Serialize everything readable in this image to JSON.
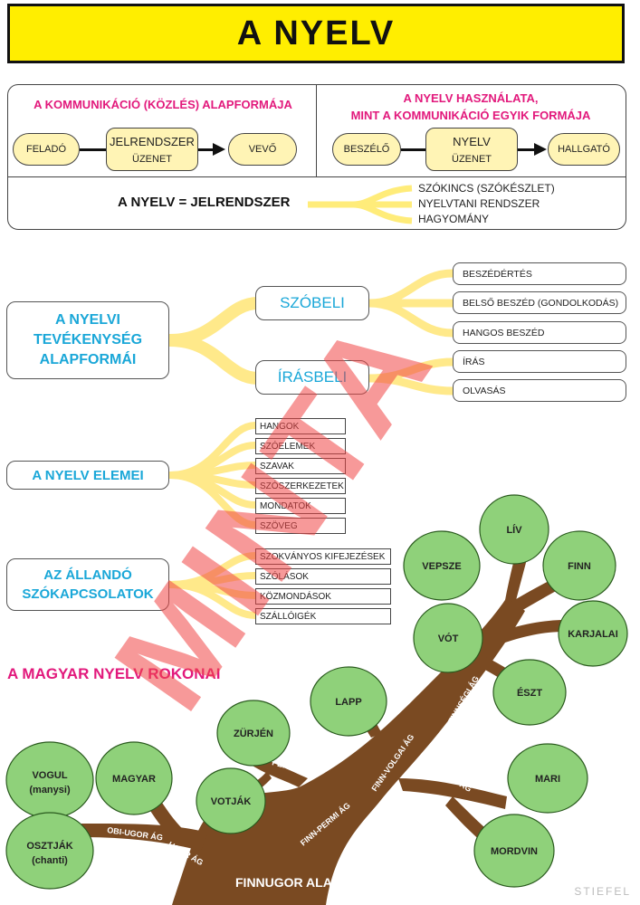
{
  "title": "A NYELV",
  "communication": {
    "left_title": "A KOMMUNIKÁCIÓ (KÖZLÉS) ALAPFORMÁJA",
    "right_title_1": "A NYELV HASZNÁLATA,",
    "right_title_2": "MINT A KOMMUNIKÁCIÓ EGYIK FORMÁJA",
    "sender": "FELADÓ",
    "code_system": "JELRENDSZER",
    "message_left": "ÜZENET",
    "receiver": "VEVŐ",
    "speaker": "BESZÉLŐ",
    "language": "NYELV",
    "message_right": "ÜZENET",
    "listener": "HALLGATÓ",
    "equation": "A NYELV = JELRENDSZER",
    "components": [
      "SZÓKINCS (SZÓKÉSZLET)",
      "NYELVTANI RENDSZER",
      "HAGYOMÁNY"
    ]
  },
  "activity": {
    "label_1": "A NYELVI",
    "label_2": "TEVÉKENYSÉG",
    "label_3": "ALAPFORMÁI",
    "oral": "SZÓBELI",
    "written": "ÍRÁSBELI",
    "oral_items": [
      "BESZÉDÉRTÉS",
      "BELSŐ BESZÉD (GONDOLKODÁS)",
      "HANGOS BESZÉD"
    ],
    "written_items": [
      "ÍRÁS",
      "OLVASÁS"
    ]
  },
  "elements": {
    "label": "A NYELV ELEMEI",
    "items": [
      "HANGOK",
      "SZÓELEMEK",
      "SZAVAK",
      "SZÓSZERKEZETEK",
      "MONDATOK",
      "SZÖVEG"
    ]
  },
  "phrases": {
    "label_1": "AZ ÁLLANDÓ",
    "label_2": "SZÓKAPCSOLATOK",
    "items": [
      "SZOKVÁNYOS KIFEJEZÉSEK",
      "SZÓLÁSOK",
      "KÖZMONDÁSOK",
      "SZÁLLÓIGÉK"
    ]
  },
  "relatives": {
    "title": "A MAGYAR NYELV ROKONAI",
    "root": "FINNUGOR ALAPNYELV",
    "branches": {
      "obi_ugor": "OBI-UGOR ÁG",
      "ugor": "UGOR ÁG",
      "finn_permi": "FINN-PERMI ÁG",
      "permi": "PERMI ÁG",
      "finn_volgai": "FINN-VOLGAI ÁG",
      "volgai": "VOLGAI ÁG",
      "finnsegi": "FINNSÉGI ÁG"
    },
    "leaves": {
      "vogul": "VOGUL",
      "vogul_sub": "(manysi)",
      "osztjak": "OSZTJÁK",
      "osztjak_sub": "(chanti)",
      "magyar": "MAGYAR",
      "zurjen": "ZÜRJÉN",
      "votjak": "VOTJÁK",
      "lapp": "LAPP",
      "vepsze": "VEPSZE",
      "liv": "LÍV",
      "finn": "FINN",
      "vot": "VÓT",
      "karjalai": "KARJALAI",
      "eszt": "ÉSZT",
      "mari": "MARI",
      "mordvin": "MORDVIN"
    }
  },
  "watermark": "MINTA",
  "footer": "STIEFEL",
  "colors": {
    "accent": "#e2197c",
    "cyan": "#1aa7d8",
    "yellow": "#ffee00",
    "leaf": "#8fd17a",
    "trunk": "#7a4a22"
  }
}
